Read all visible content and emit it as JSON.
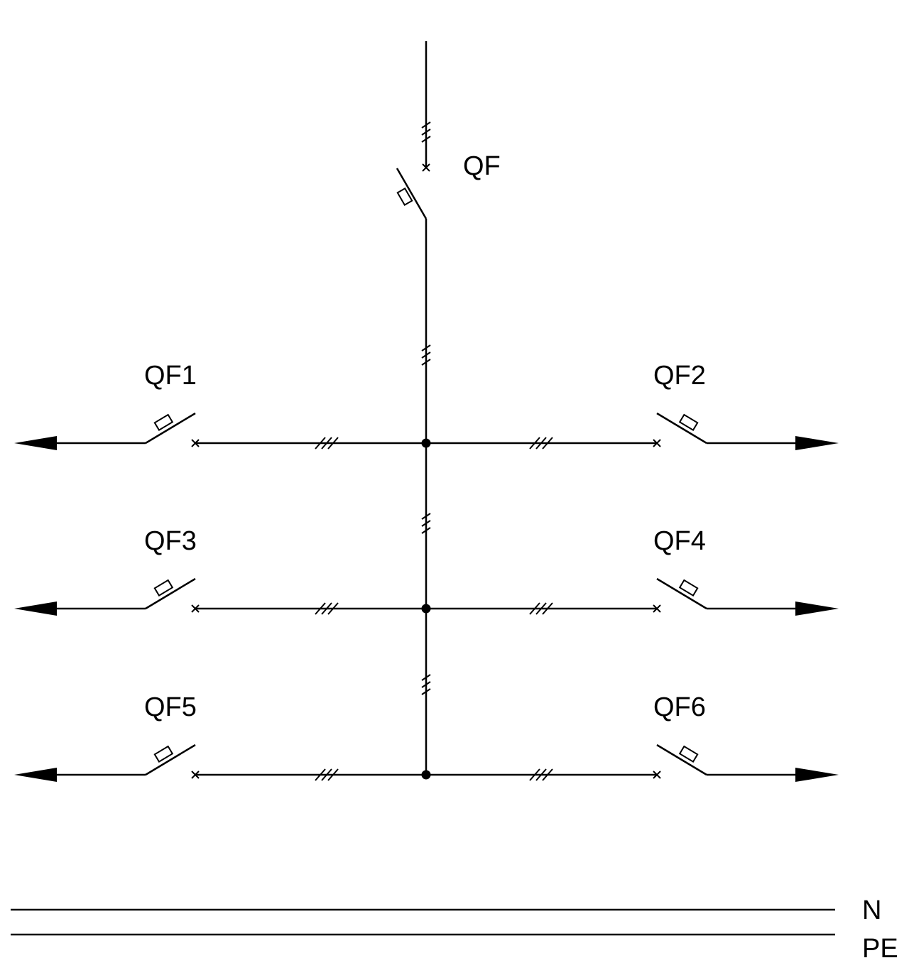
{
  "diagram": {
    "main_breaker": {
      "label": "QF"
    },
    "feeders": [
      {
        "side": "left",
        "row": 1,
        "label": "QF1"
      },
      {
        "side": "right",
        "row": 1,
        "label": "QF2"
      },
      {
        "side": "left",
        "row": 2,
        "label": "QF3"
      },
      {
        "side": "right",
        "row": 2,
        "label": "QF4"
      },
      {
        "side": "left",
        "row": 3,
        "label": "QF5"
      },
      {
        "side": "right",
        "row": 3,
        "label": "QF6"
      }
    ],
    "conductors": [
      {
        "label": "N"
      },
      {
        "label": "PE"
      }
    ],
    "colors": {
      "line": "#000000",
      "background": "#ffffff"
    }
  }
}
